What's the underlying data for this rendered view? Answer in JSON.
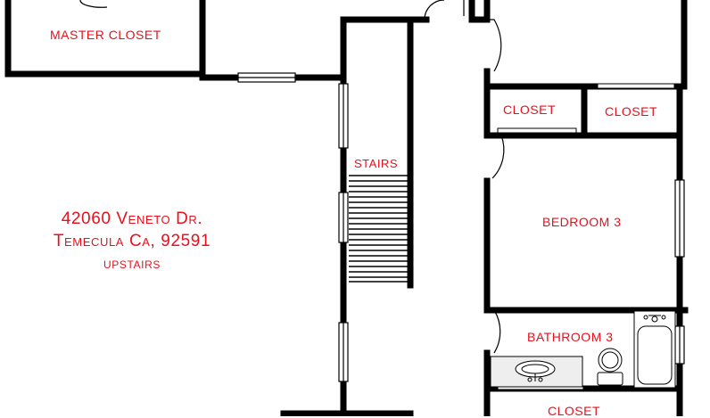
{
  "rooms": {
    "master_closet": "MASTER CLOSET",
    "closet_left": "CLOSET",
    "closet_right": "CLOSET",
    "stairs": "STAIRS",
    "bedroom_3": "BEDROOM 3",
    "bathroom_3": "BATHROOM 3",
    "closet_bottom": "CLOSET"
  },
  "address": {
    "line1": "42060 Veneto Dr.",
    "line2": "Temecula Ca, 92591",
    "line3": "upstairs"
  },
  "colors": {
    "wall": "#000000",
    "label": "#e8101c",
    "background": "#ffffff"
  }
}
